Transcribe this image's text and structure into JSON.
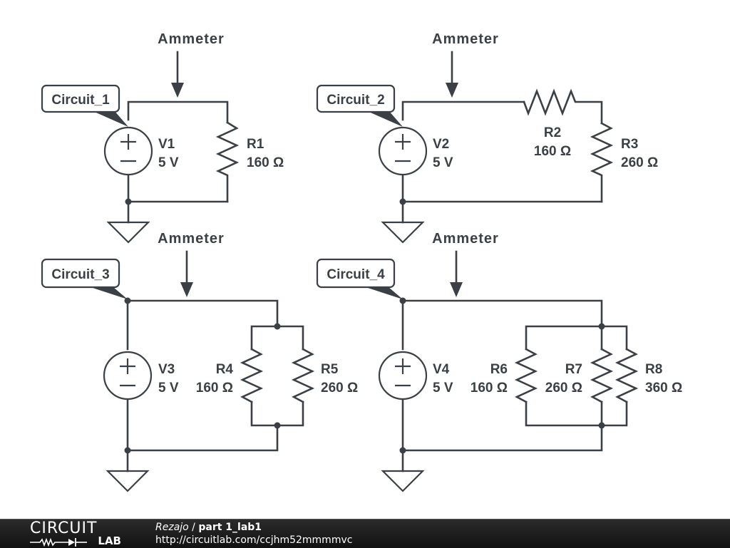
{
  "colors": {
    "ink": "#3a4045",
    "footer_bg": "#1a1a1a",
    "footer_text": "#ffffff"
  },
  "circuits": [
    {
      "tag": "Circuit_1",
      "ammeter_label": "Ammeter",
      "source": {
        "name": "V1",
        "value": "5 V"
      },
      "resistors": [
        {
          "name": "R1",
          "value": "160 Ω"
        }
      ],
      "topology": "single"
    },
    {
      "tag": "Circuit_2",
      "ammeter_label": "Ammeter",
      "source": {
        "name": "V2",
        "value": "5 V"
      },
      "resistors": [
        {
          "name": "R2",
          "value": "160 Ω"
        },
        {
          "name": "R3",
          "value": "260 Ω"
        }
      ],
      "topology": "series"
    },
    {
      "tag": "Circuit_3",
      "ammeter_label": "Ammeter",
      "source": {
        "name": "V3",
        "value": "5 V"
      },
      "resistors": [
        {
          "name": "R4",
          "value": "160 Ω"
        },
        {
          "name": "R5",
          "value": "260 Ω"
        }
      ],
      "topology": "parallel"
    },
    {
      "tag": "Circuit_4",
      "ammeter_label": "Ammeter",
      "source": {
        "name": "V4",
        "value": "5 V"
      },
      "resistors": [
        {
          "name": "R6",
          "value": "160 Ω"
        },
        {
          "name": "R7",
          "value": "260 Ω"
        },
        {
          "name": "R8",
          "value": "360 Ω"
        }
      ],
      "topology": "parallel"
    }
  ],
  "footer": {
    "logo_top": "CIRCUIT",
    "logo_bottom": "LAB",
    "user": "Rezajo",
    "separator": " / ",
    "project": "part 1_lab1",
    "url": "http://circuitlab.com/ccjhm52mmmmvc"
  }
}
